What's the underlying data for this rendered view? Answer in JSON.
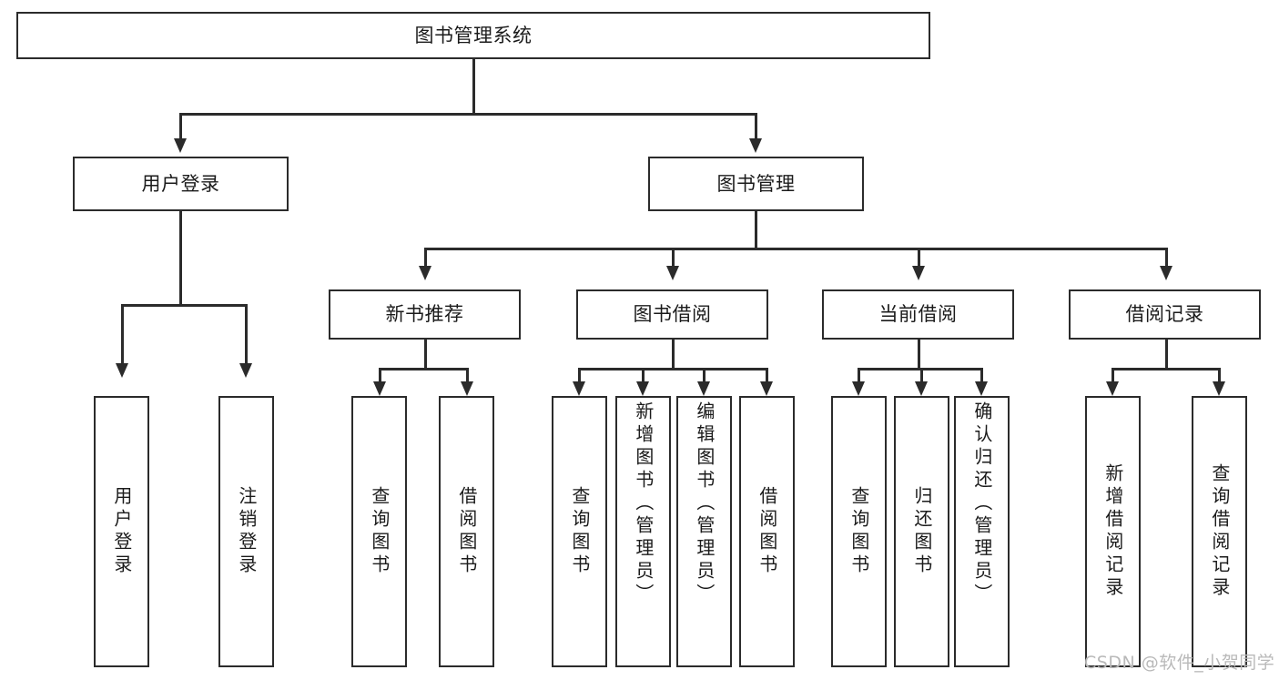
{
  "diagram": {
    "title": "图书管理系统",
    "type": "tree",
    "root": {
      "label": "图书管理系统"
    },
    "level2": [
      {
        "label": "用户登录"
      },
      {
        "label": "图书管理"
      }
    ],
    "level3": [
      {
        "label": "新书推荐"
      },
      {
        "label": "图书借阅"
      },
      {
        "label": "当前借阅"
      },
      {
        "label": "借阅记录"
      }
    ],
    "leaves": {
      "user_login": [
        {
          "label": "用户登录"
        },
        {
          "label": "注销登录"
        }
      ],
      "new_book_recommend": [
        {
          "label": "查询图书"
        },
        {
          "label": "借阅图书"
        }
      ],
      "book_borrow": [
        {
          "label": "查询图书"
        },
        {
          "label": "新增图书（管理员）"
        },
        {
          "label": "编辑图书（管理员）"
        },
        {
          "label": "借阅图书"
        }
      ],
      "current_borrow": [
        {
          "label": "查询图书"
        },
        {
          "label": "归还图书"
        },
        {
          "label": "确认归还（管理员）"
        }
      ],
      "borrow_record": [
        {
          "label": "新增借阅记录"
        },
        {
          "label": "查询借阅记录"
        }
      ]
    }
  },
  "watermark": {
    "text": "CSDN @软件_小贺同学"
  },
  "colors": {
    "stroke": "#2b2b2b",
    "background": "#ffffff",
    "text": "#1b1b1b",
    "watermark": "#b9b9b9"
  }
}
